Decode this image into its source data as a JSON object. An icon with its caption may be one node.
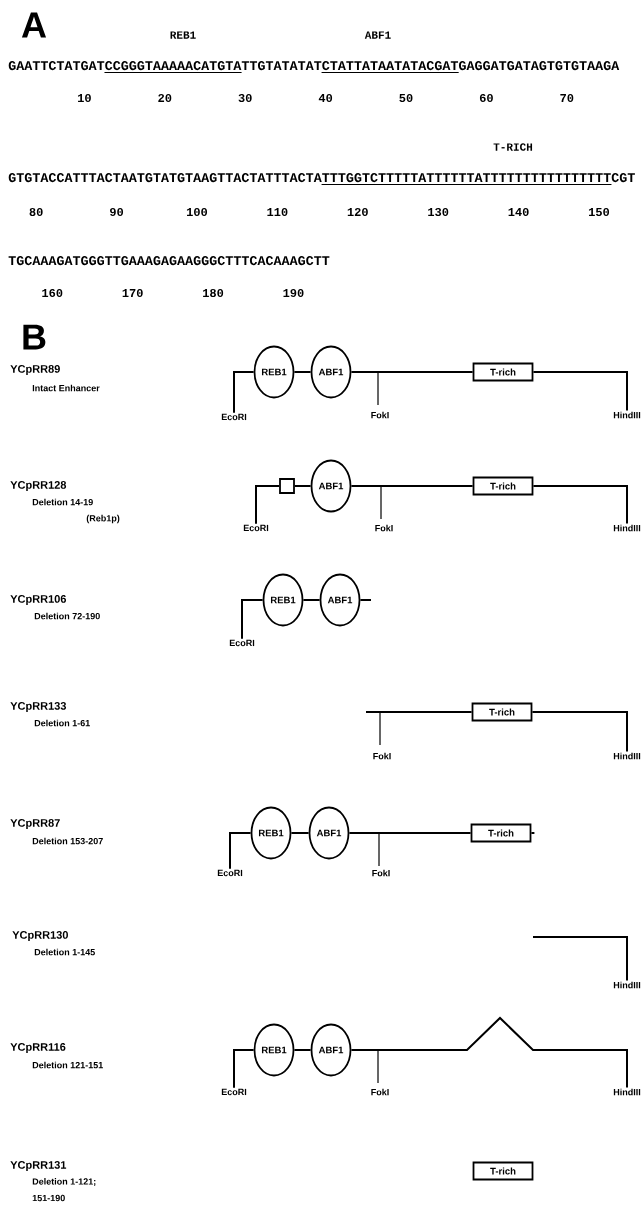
{
  "diagram": {
    "nodes": [
      {
        "text": [
          "REB1"
        ]
      },
      {
        "text": [
          "ABF1"
        ]
      },
      {
        "text": [
          "T-rich"
        ]
      },
      {
        "text": [
          "EcoRI"
        ]
      },
      {
        "text": [
          "HindIII"
        ]
      },
      {
        "text": [],
        "shape": "box"
      },
      {
        "text": [
          "ABF1"
        ]
      },
      {
        "text": [
          "T-rich"
        ]
      },
      {
        "text": [
          "EcoRI"
        ]
      },
      {
        "text": [
          "HindIII"
        ]
      },
      {
        "text": [
          "REB1"
        ]
      },
      {
        "text": [
          "ABF1"
        ]
      },
      {
        "text": [
          "EcoRI"
        ]
      },
      {
        "text": [
          "T-rich"
        ]
      },
      {
        "text": [
          "HindIII"
        ]
      },
      {
        "text": [
          "REB1"
        ]
      },
      {
        "text": [
          "ABF1"
        ]
      },
      {
        "text": [
          "T-rich"
        ]
      },
      {
        "text": [
          "EcoRI"
        ]
      },
      {
        "text": [
          "HindIII"
        ]
      },
      {
        "text": [
          "REB1"
        ]
      },
      {
        "text": [
          "ABF1"
        ]
      },
      {
        "text": [
          "EcoRI"
        ]
      },
      {
        "text": [
          "HindIII"
        ]
      },
      {
        "text": [
          "T-rich"
        ]
      }
    ],
    "edges": [
      {
        "from": 0,
        "to": 1,
        "arrow": "none"
      },
      {
        "from": 1,
        "to": 2,
        "arrow": "none"
      },
      {
        "from": 3,
        "to": 0,
        "arrow": "none"
      },
      {
        "from": 2,
        "to": 4,
        "arrow": "none"
      },
      {
        "from": 5,
        "to": 6,
        "arrow": "none"
      },
      {
        "from": 6,
        "to": 7,
        "arrow": "none"
      },
      {
        "from": 8,
        "to": 5,
        "arrow": "none"
      },
      {
        "from": 7,
        "to": 9,
        "arrow": "none"
      },
      {
        "from": 10,
        "to": 11,
        "arrow": "none"
      },
      {
        "from": 12,
        "to": 10,
        "arrow": "none"
      },
      {
        "from": 13,
        "to": 14,
        "arrow": "none"
      },
      {
        "from": 15,
        "to": 16,
        "arrow": "none"
      },
      {
        "from": 16,
        "to": 17,
        "arrow": "none"
      },
      {
        "from": 18,
        "to": 15,
        "arrow": "none"
      },
      {
        "from": null,
        "to": 19,
        "arrow": "none"
      },
      {
        "from": 20,
        "to": 21,
        "arrow": "none"
      },
      {
        "from": 22,
        "to": 20,
        "arrow": "none"
      },
      {
        "from": 21,
        "to": 23,
        "arrow": "none"
      }
    ],
    "labels": [
      "A",
      "REB1",
      "ABF1",
      "GAATTCTATGAT",
      "CCGGGTAAAAACATGTA",
      "TTGTATATAT",
      "CTATTATAATATACGAT",
      "GAGGATGATAGTGTGTAAGA",
      "10",
      "20",
      "30",
      "40",
      "50",
      "60",
      "70",
      "T-RICH",
      "GTGTACCATTTACTAATGTATGTAAGTTACTATTTACTA",
      "TTTGGTCTTTTTATTTTTTATTTTTTTTTTTTTTTT",
      "CGT",
      "80",
      "90",
      "100",
      "110",
      "120",
      "130",
      "140",
      "150",
      "TGCAAAGATGGGTTGAAAGAGAAGGGCTTTCACAAAGCTT",
      "160",
      "170",
      "180",
      "190",
      "B",
      "YCpRR89",
      "Intact Enhancer",
      "FokI",
      "YCpRR128",
      "Deletion 14-19",
      "(Reb1p)",
      "FokI",
      "YCpRR106",
      "Deletion 72-190",
      "YCpRR133",
      "Deletion 1-61",
      "FokI",
      "YCpRR87",
      "Deletion 153-207",
      "FokI",
      "YCpRR130",
      "Deletion 1-145",
      "YCpRR116",
      "Deletion 121-151",
      "FokI",
      "YCpRR131",
      "Deletion 1-121;",
      "151-190"
    ]
  }
}
